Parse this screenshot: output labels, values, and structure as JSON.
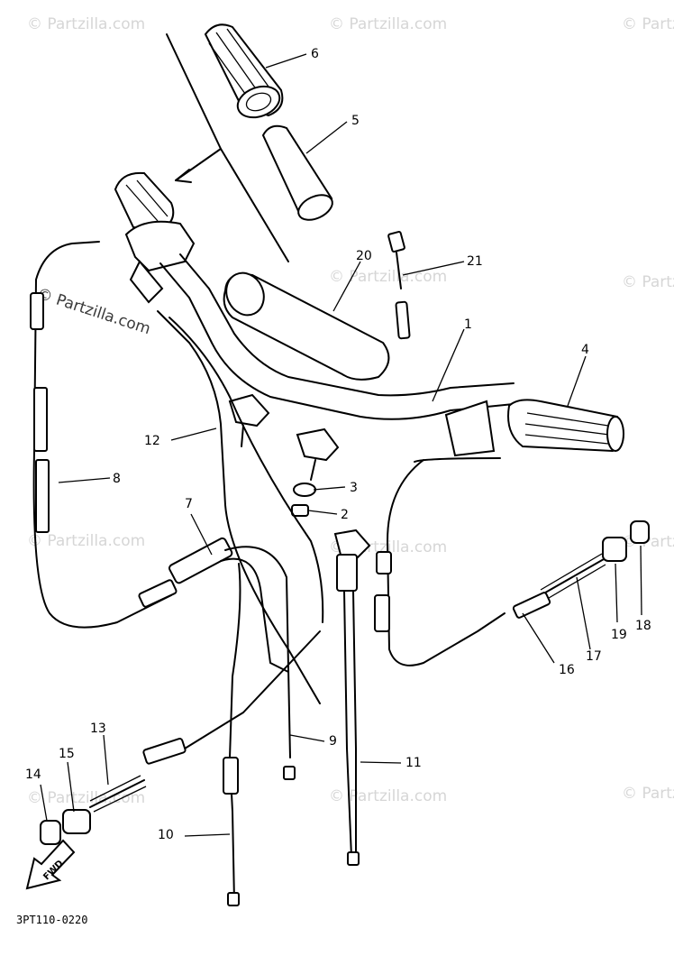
{
  "diagram_code": "3PT110-0220",
  "fwd_label": "FWD",
  "watermark": "© Partzilla.com",
  "callouts": [
    "1",
    "2",
    "3",
    "4",
    "5",
    "6",
    "7",
    "8",
    "9",
    "10",
    "11",
    "12",
    "13",
    "14",
    "15",
    "16",
    "17",
    "18",
    "19",
    "20",
    "21"
  ]
}
